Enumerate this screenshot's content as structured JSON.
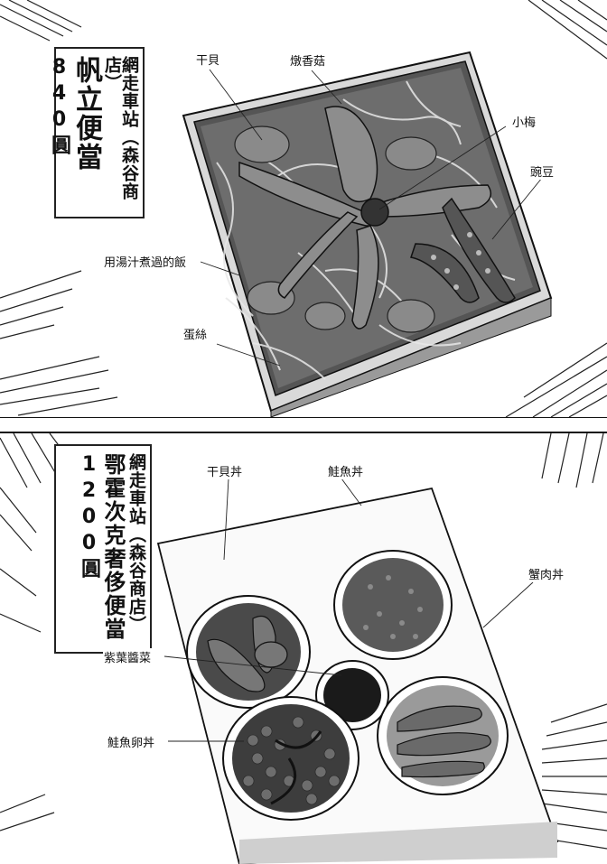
{
  "panels": [
    {
      "id": "top",
      "title_box": {
        "station": "網走車站（森谷商店）",
        "bento_name": "帆立便當",
        "price": "840圓"
      },
      "callouts": [
        {
          "label": "干貝"
        },
        {
          "label": "燉香菇"
        },
        {
          "label": "小梅"
        },
        {
          "label": "豌豆"
        },
        {
          "label": "用湯汁煮過的飯"
        },
        {
          "label": "蛋絲"
        }
      ]
    },
    {
      "id": "bottom",
      "title_box": {
        "station": "網走車站（森谷商店）",
        "bento_name": "鄂霍次克奢侈便當",
        "price": "1200圓"
      },
      "callouts": [
        {
          "label": "干貝丼"
        },
        {
          "label": "鮭魚丼"
        },
        {
          "label": "蟹肉丼"
        },
        {
          "label": "紫葉醬菜"
        },
        {
          "label": "鮭魚卵丼"
        }
      ]
    }
  ],
  "colors": {
    "ink": "#111111",
    "paper": "#ffffff",
    "tone_dark": "#3a3a3a",
    "tone_mid": "#777777",
    "tone_light": "#bdbdbd"
  }
}
